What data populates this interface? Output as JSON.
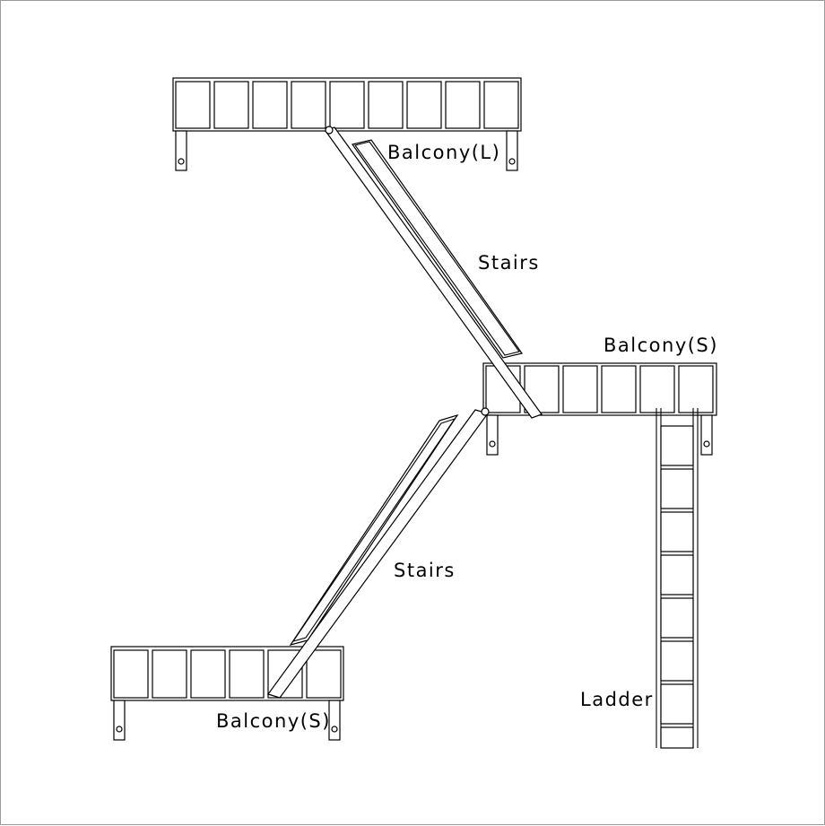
{
  "diagram": {
    "labels": {
      "balcony_large": "Balcony(L)",
      "stairs_upper": "Stairs",
      "balcony_small_right": "Balcony(S)",
      "stairs_lower": "Stairs",
      "ladder": "Ladder",
      "balcony_small_left": "Balcony(S)"
    },
    "components": {
      "balcony_large_panels": 9,
      "balcony_small_panels": 6,
      "ladder_rungs": 8
    },
    "colors": {
      "line": "#000000",
      "background": "#ffffff",
      "frame": "#9a9a9a"
    }
  }
}
